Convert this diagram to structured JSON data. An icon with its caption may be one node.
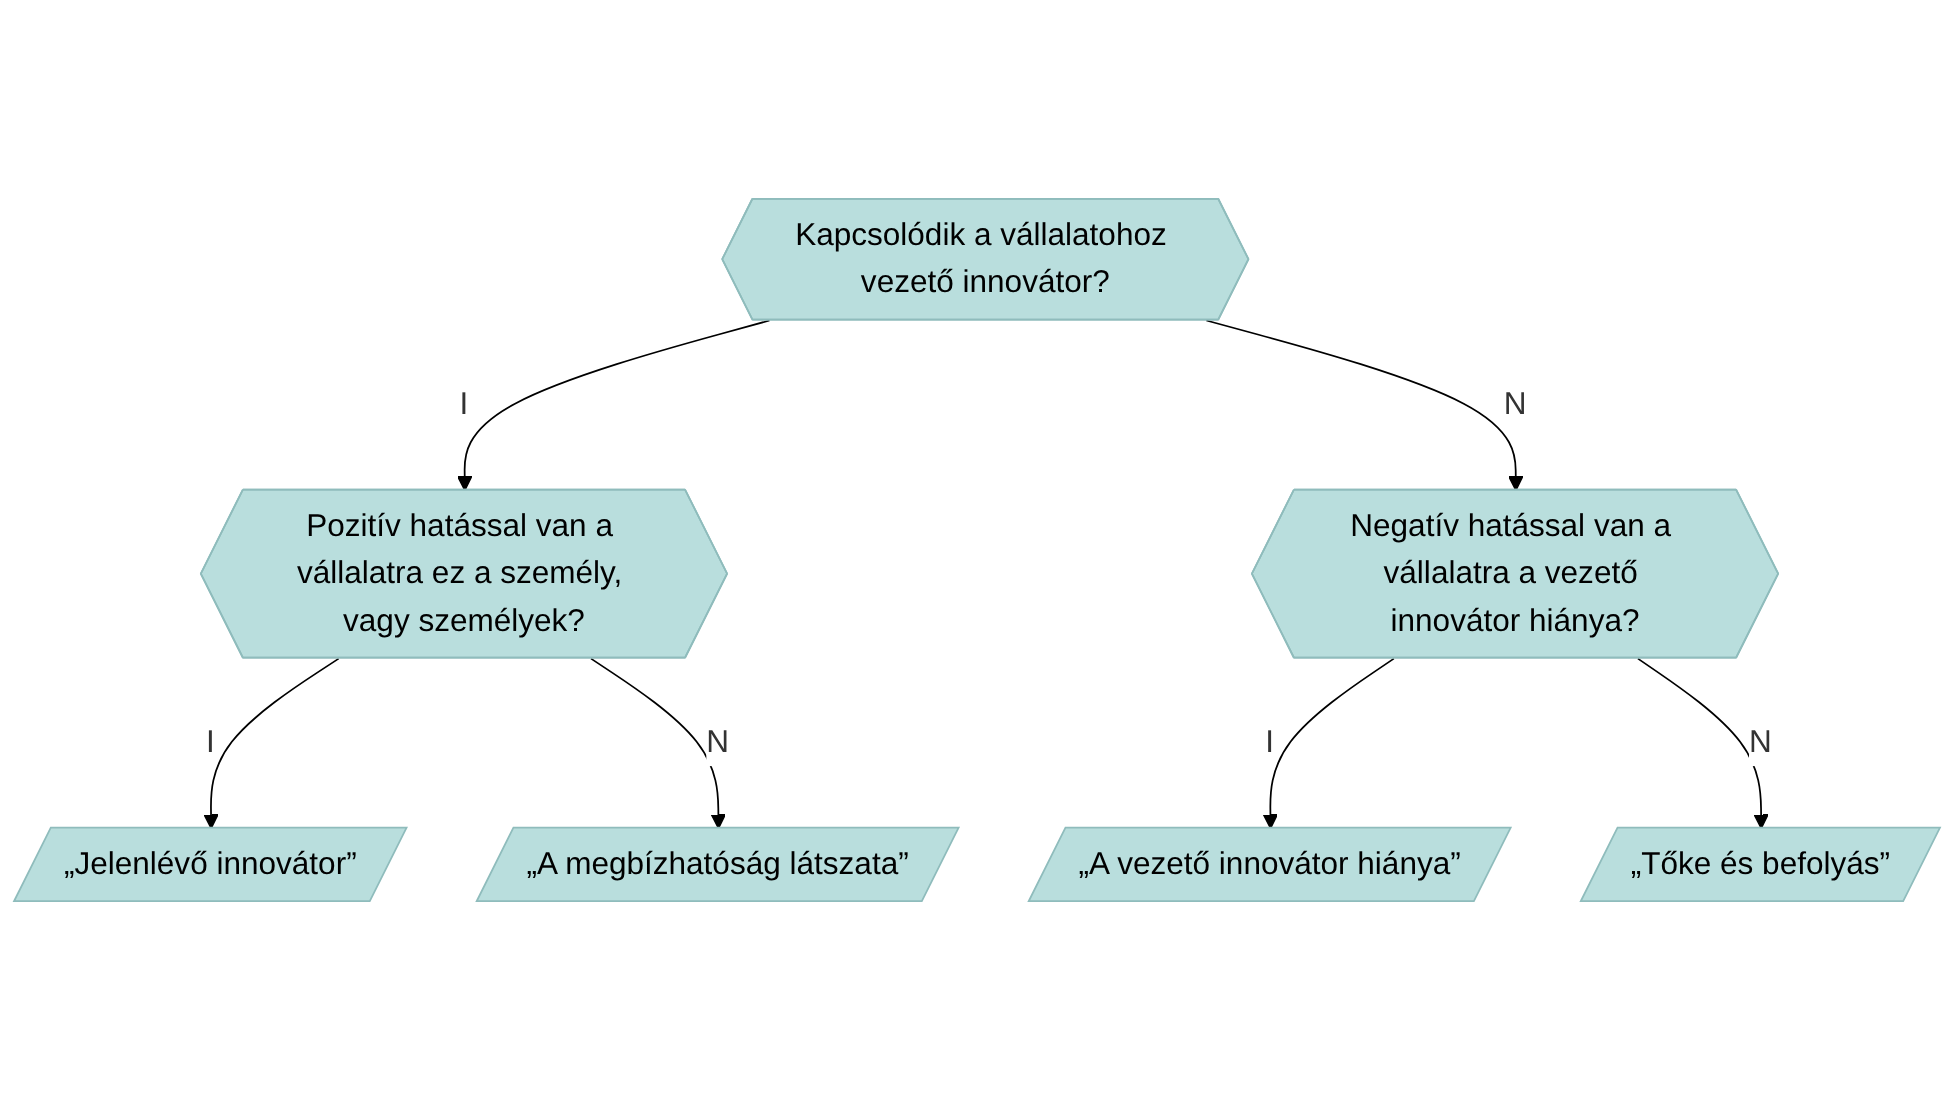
{
  "diagram": {
    "nodes": [
      {
        "text": [
          "Kapcsolódik a vállalatohoz vezető innovátor?"
        ]
      },
      {
        "text": [
          "Pozitív hatással van a vállalatra ez a személy, vagy személyek?"
        ]
      },
      {
        "text": [
          "Negatív hatással van a vállalatra a vezető innovátor hiánya?"
        ]
      },
      {
        "text": [
          "„Jelenlévő innovátor”"
        ]
      },
      {
        "text": [
          "„A megbízhatóság látszata”"
        ]
      },
      {
        "text": [
          "„A vezető innovátor hiánya”"
        ]
      },
      {
        "text": [
          "„Tőke és befolyás”"
        ]
      }
    ],
    "edges": [
      {
        "from": 0,
        "to": 1,
        "arrow": "to",
        "label": "I"
      },
      {
        "from": 0,
        "to": 2,
        "arrow": "to",
        "label": "N"
      },
      {
        "from": 1,
        "to": 3,
        "arrow": "to",
        "label": "I"
      },
      {
        "from": 1,
        "to": 4,
        "arrow": "to",
        "label": "N"
      },
      {
        "from": 2,
        "to": 5,
        "arrow": "to",
        "label": "I"
      },
      {
        "from": 2,
        "to": 6,
        "arrow": "to",
        "label": "N"
      }
    ]
  }
}
